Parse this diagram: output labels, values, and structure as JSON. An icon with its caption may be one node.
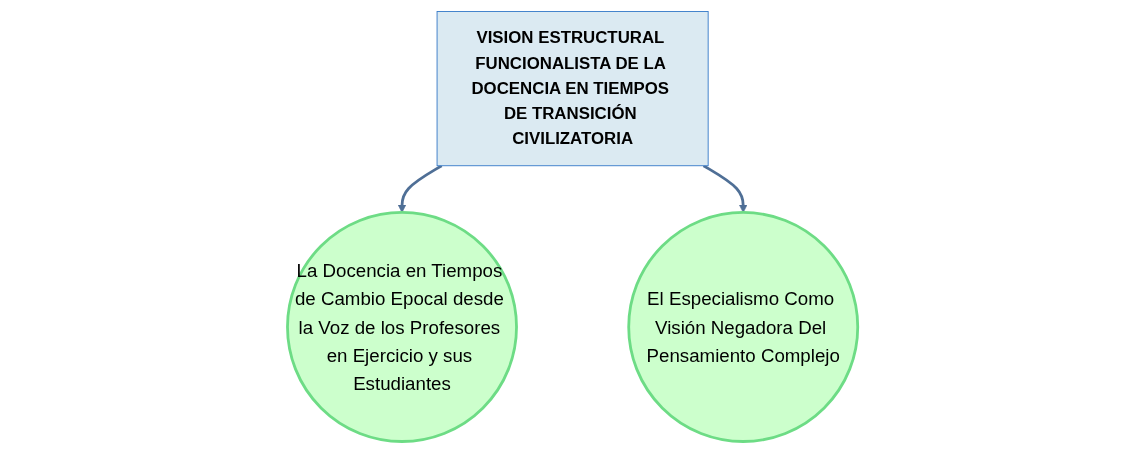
{
  "diagram": {
    "nodes": [
      {
        "text": [
          "La Docencia en Tiempos de Cambio Epocal desde la Voz de los Profesores en Ejercicio y sus Estudiantes"
        ]
      },
      {
        "text": [
          "VISION ESTRUCTURAL FUNCIONALISTA DE LA DOCENCIA EN TIEMPOS DE TRANSICIÓN CIVILIZATORIA"
        ]
      },
      {
        "text": [
          "El Especialismo Como Visión Negadora Del Pensamiento Complejo"
        ]
      }
    ],
    "edges": [
      {
        "from": 1,
        "to": 0,
        "arrow": "to"
      },
      {
        "from": 1,
        "to": 2,
        "arrow": "to"
      }
    ]
  }
}
